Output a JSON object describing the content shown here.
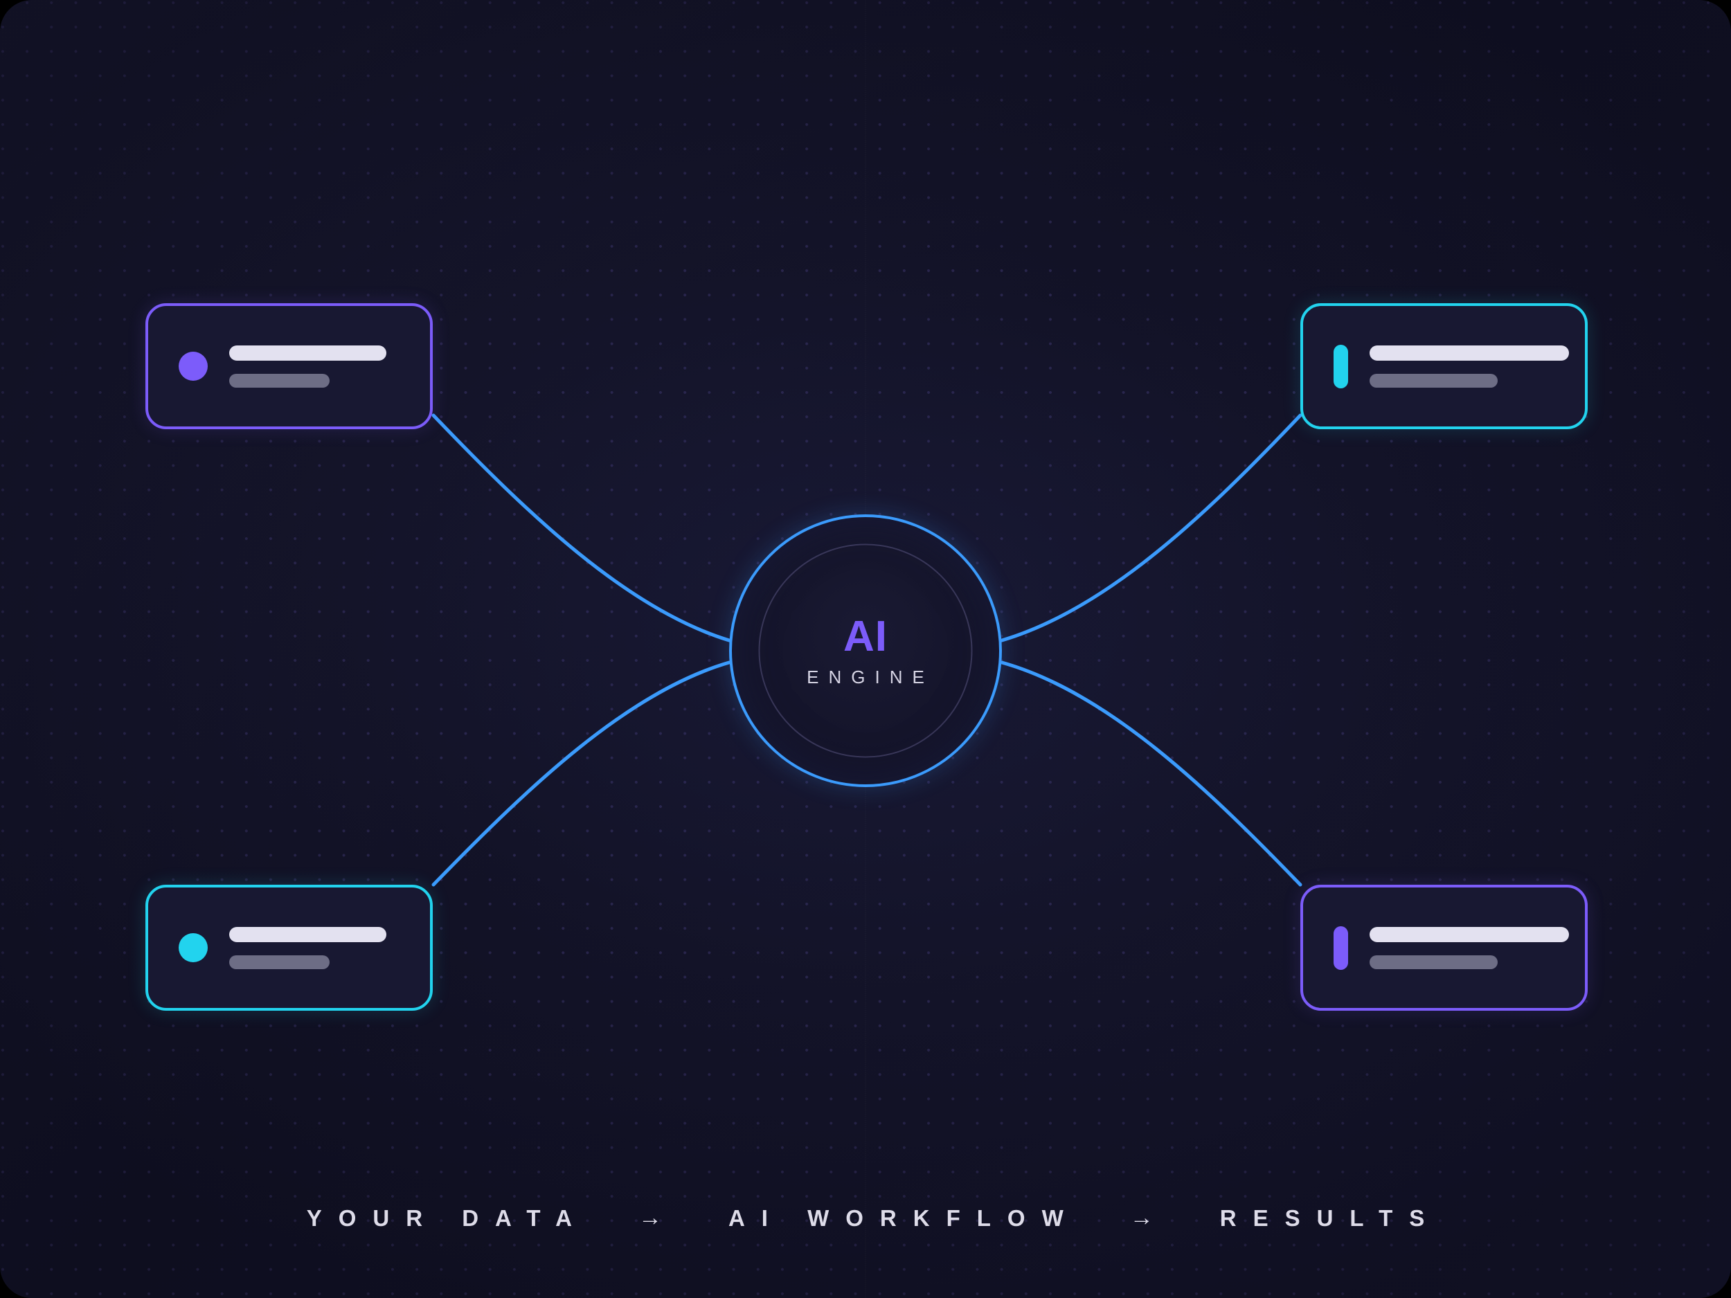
{
  "board": {
    "background_color": "#141429",
    "dot_color": "#2b2750",
    "corner_radius": "46px"
  },
  "hub": {
    "title": "AI",
    "subtitle": "ENGINE",
    "title_color": "#7c5cfa",
    "subtitle_color": "#d6d4e4",
    "ring_color": "#3b9bfc",
    "inner_ring_color": "#807ab0"
  },
  "nodes": {
    "top_left": {
      "name": "input-node-1",
      "accent_color": "#7c5cfa",
      "accent_name": "purple",
      "marker_shape": "dot",
      "marker_icon": "status-dot-icon",
      "line_primary": "",
      "line_secondary": ""
    },
    "bottom_left": {
      "name": "input-node-2",
      "accent_color": "#22d3ee",
      "accent_name": "cyan",
      "marker_shape": "dot",
      "marker_icon": "status-dot-icon",
      "line_primary": "",
      "line_secondary": ""
    },
    "top_right": {
      "name": "output-node-1",
      "accent_color": "#22d3ee",
      "accent_name": "cyan",
      "marker_shape": "bar",
      "marker_icon": "status-bar-icon",
      "line_primary": "",
      "line_secondary": ""
    },
    "bottom_right": {
      "name": "output-node-2",
      "accent_color": "#7c5cfa",
      "accent_name": "purple",
      "marker_shape": "bar",
      "marker_icon": "status-bar-icon",
      "line_primary": "",
      "line_secondary": ""
    }
  },
  "connectors": {
    "stroke_color": "#3b9bfc",
    "stroke_width": 5,
    "count": 4
  },
  "caption": {
    "stage_1": "YOUR DATA",
    "arrow_1": "→",
    "stage_2": "AI WORKFLOW",
    "arrow_2": "→",
    "stage_3": "RESULTS",
    "text_color": "#dedce9"
  }
}
